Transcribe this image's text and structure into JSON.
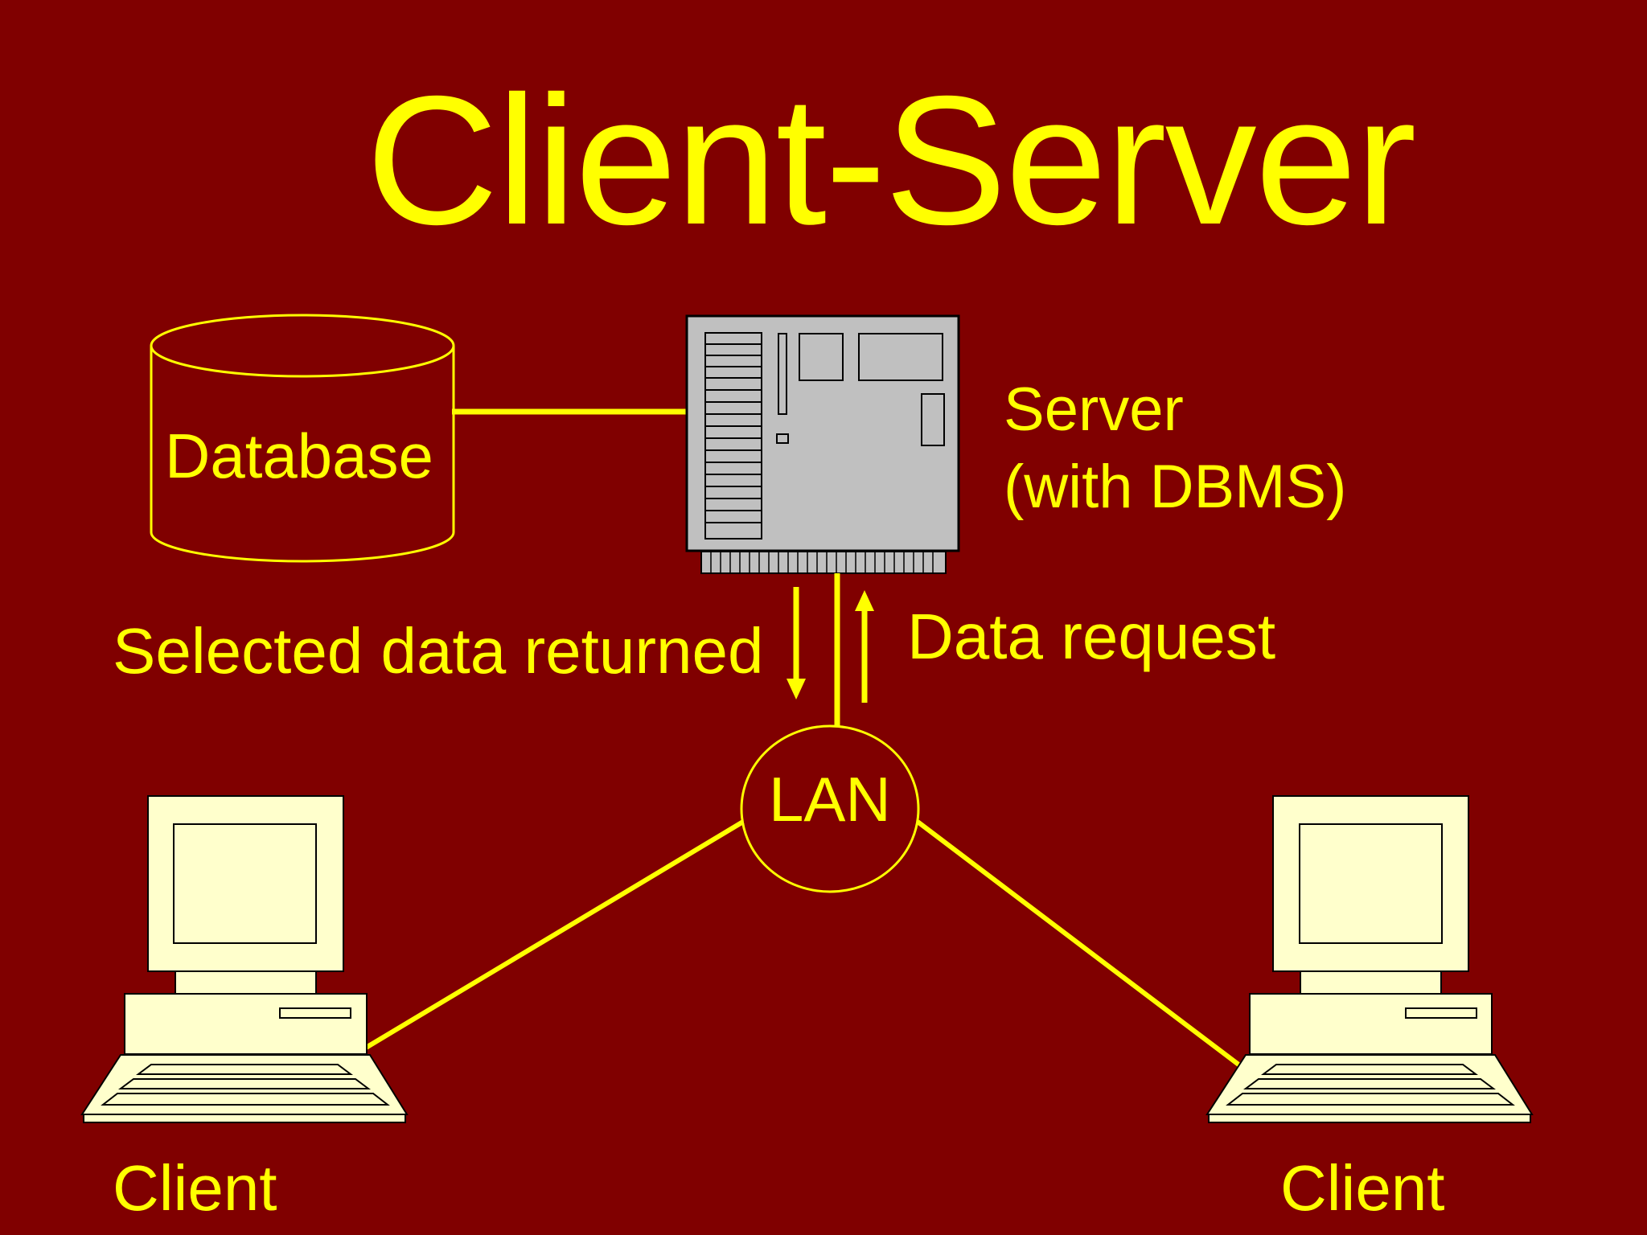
{
  "title": "Client-Server",
  "nodes": {
    "database": "Database",
    "server_line1": "Server",
    "server_line2": "(with DBMS)",
    "lan": "LAN",
    "client_left": "Client",
    "client_right": "Client"
  },
  "edges": {
    "down_arrow": "Selected data returned",
    "up_arrow": "Data request"
  },
  "colors": {
    "background": "#800000",
    "text": "#ffff00",
    "computer_fill": "#ffffcc",
    "server_fill": "#c0c0c0"
  }
}
